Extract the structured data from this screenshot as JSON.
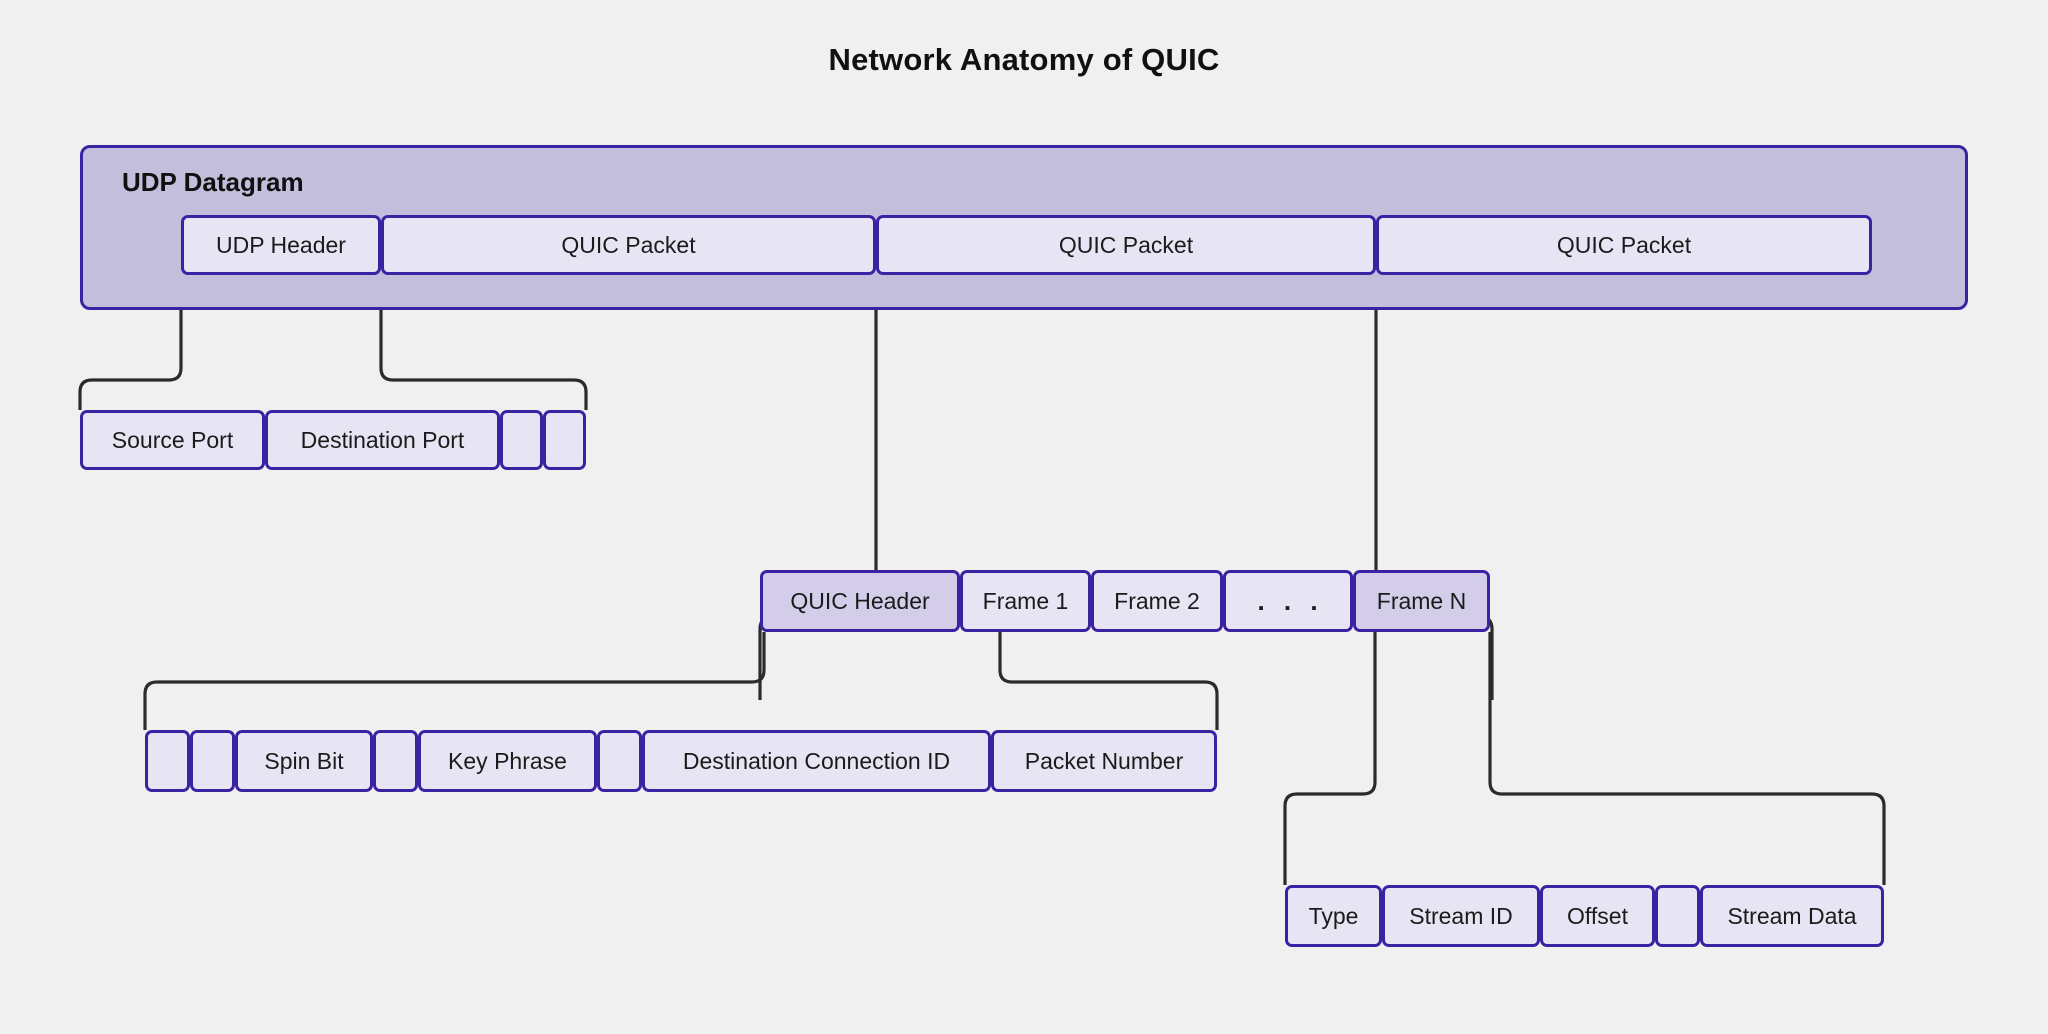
{
  "diagram": {
    "title": "Network Anatomy of QUIC",
    "background_color": "#f0f0f0",
    "box_border_color": "#3b22a3",
    "box_fill_color": "#e7e4f3",
    "box_fill_highlight_color": "#d3cdea",
    "outer_fill_color": "#c4bedd",
    "connector_color": "#2b2b2b"
  },
  "udp_datagram": {
    "label": "UDP Datagram",
    "fields": [
      {
        "label": "UDP Header",
        "highlight": false
      },
      {
        "label": "QUIC Packet",
        "highlight": false
      },
      {
        "label": "QUIC Packet",
        "highlight": false
      },
      {
        "label": "QUIC Packet",
        "highlight": false
      }
    ]
  },
  "udp_header": {
    "fields": [
      {
        "label": "Source Port"
      },
      {
        "label": "Destination Port"
      },
      {
        "label": ""
      },
      {
        "label": ""
      }
    ]
  },
  "quic_packet": {
    "fields": [
      {
        "label": "QUIC Header",
        "highlight": true
      },
      {
        "label": "Frame 1",
        "highlight": false
      },
      {
        "label": "Frame 2",
        "highlight": false
      },
      {
        "label": ". . .",
        "highlight": false
      },
      {
        "label": "Frame N",
        "highlight": true
      }
    ]
  },
  "quic_header": {
    "fields": [
      {
        "label": ""
      },
      {
        "label": ""
      },
      {
        "label": "Spin Bit"
      },
      {
        "label": ""
      },
      {
        "label": "Key Phrase"
      },
      {
        "label": ""
      },
      {
        "label": "Destination Connection ID"
      },
      {
        "label": "Packet Number"
      }
    ]
  },
  "quic_frame": {
    "fields": [
      {
        "label": "Type"
      },
      {
        "label": "Stream ID"
      },
      {
        "label": "Offset"
      },
      {
        "label": ""
      },
      {
        "label": "Stream Data"
      }
    ]
  }
}
